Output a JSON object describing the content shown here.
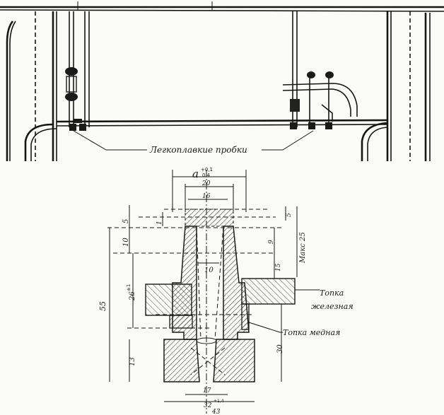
{
  "upper_view": {
    "callout_label": "Легкоплавкие пробки"
  },
  "plug_section": {
    "dimensions": {
      "a_label": "a",
      "a_tolerance_upper": "+0,1",
      "a_tolerance_lower": "0,4",
      "width_20": "20",
      "width_16": "16",
      "width_10": "10",
      "width_17": "17",
      "width_32": "32",
      "width_32_tolerance": "+1,4",
      "width_43": "43",
      "height_5": "5",
      "height_1": "1",
      "height_10": "10",
      "height_26": "26",
      "height_26_tolerance": "±1",
      "height_55": "55",
      "height_13": "13",
      "right_5": "5",
      "right_9": "9",
      "right_15": "15",
      "right_30": "30",
      "max_label": "Макс 25"
    },
    "labels": {
      "iron_plate_1": "Топка",
      "iron_plate_2": "железная",
      "copper_plate": "Топка медная"
    }
  }
}
